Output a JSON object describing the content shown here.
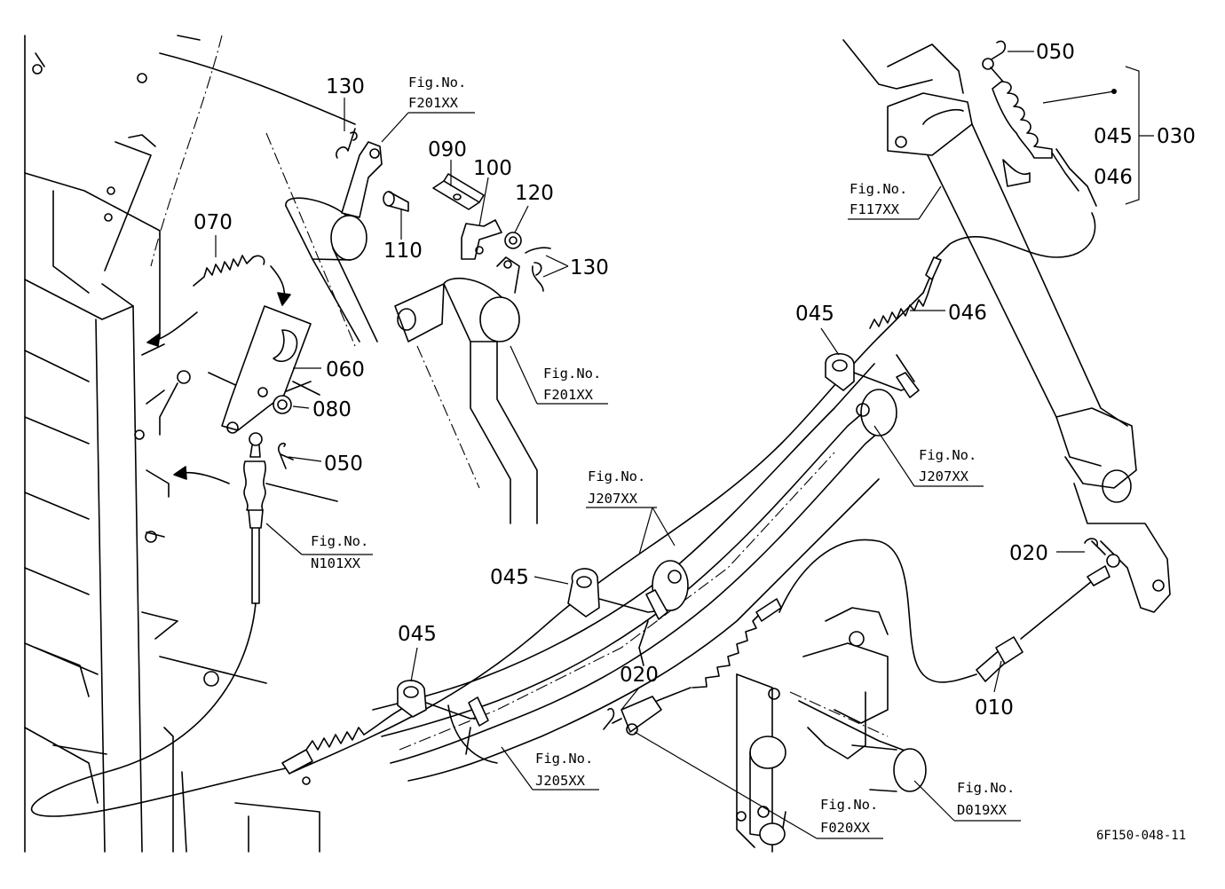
{
  "parts": {
    "p010": "010",
    "p020a": "020",
    "p020b": "020",
    "p030": "030",
    "p045a": "045",
    "p045b": "045",
    "p045c": "045",
    "p045d": "045",
    "p046a": "046",
    "p046b": "046",
    "p050a": "050",
    "p050b": "050",
    "p060": "060",
    "p070": "070",
    "p080": "080",
    "p090": "090",
    "p100": "100",
    "p110": "110",
    "p120": "120",
    "p130a": "130",
    "p130b": "130"
  },
  "figures": {
    "f201_top": {
      "label": "Fig.No.",
      "code": "F201XX"
    },
    "f201_mid": {
      "label": "Fig.No.",
      "code": "F201XX"
    },
    "f117": {
      "label": "Fig.No.",
      "code": "F117XX"
    },
    "n101": {
      "label": "Fig.No.",
      "code": "N101XX"
    },
    "j207_a": {
      "label": "Fig.No.",
      "code": "J207XX"
    },
    "j207_b": {
      "label": "Fig.No.",
      "code": "J207XX"
    },
    "j205": {
      "label": "Fig.No.",
      "code": "J205XX"
    },
    "f020": {
      "label": "Fig.No.",
      "code": "F020XX"
    },
    "d019": {
      "label": "Fig.No.",
      "code": "D019XX"
    }
  },
  "drawing_code": "6F150-048-11"
}
